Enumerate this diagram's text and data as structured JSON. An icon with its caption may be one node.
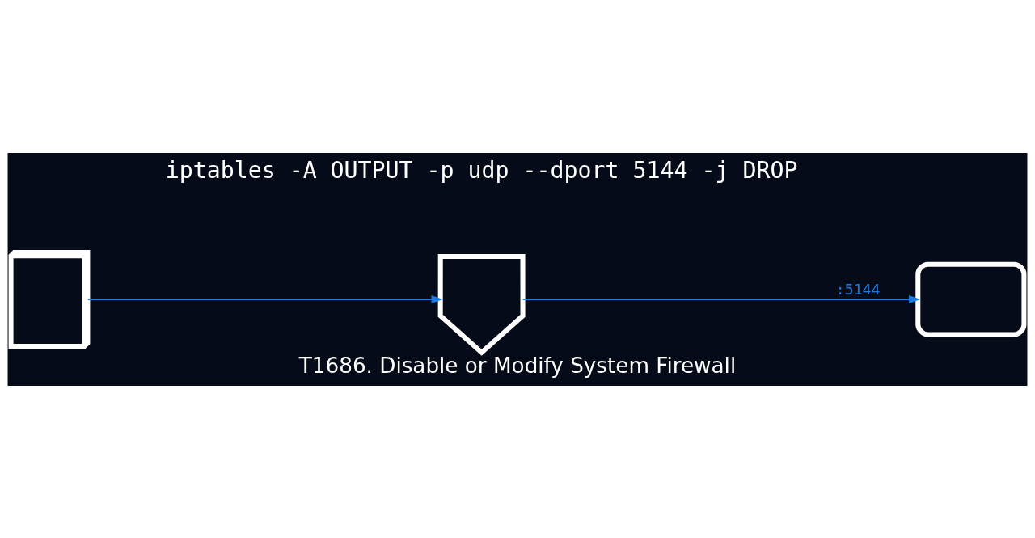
{
  "diagram": {
    "title": "iptables -A OUTPUT -p udp --dport 5144 -j DROP",
    "caption": "T1686. Disable or Modify System Firewall",
    "nodes": [
      {
        "text": [],
        "shape": "computer"
      },
      {
        "text": [],
        "shape": "shield"
      },
      {
        "text": [],
        "shape": "box"
      }
    ],
    "edges": [
      {
        "from": 0,
        "to": 1,
        "arrow": "to"
      },
      {
        "from": 1,
        "to": 2,
        "arrow": "to",
        "label": ":5144"
      }
    ]
  }
}
